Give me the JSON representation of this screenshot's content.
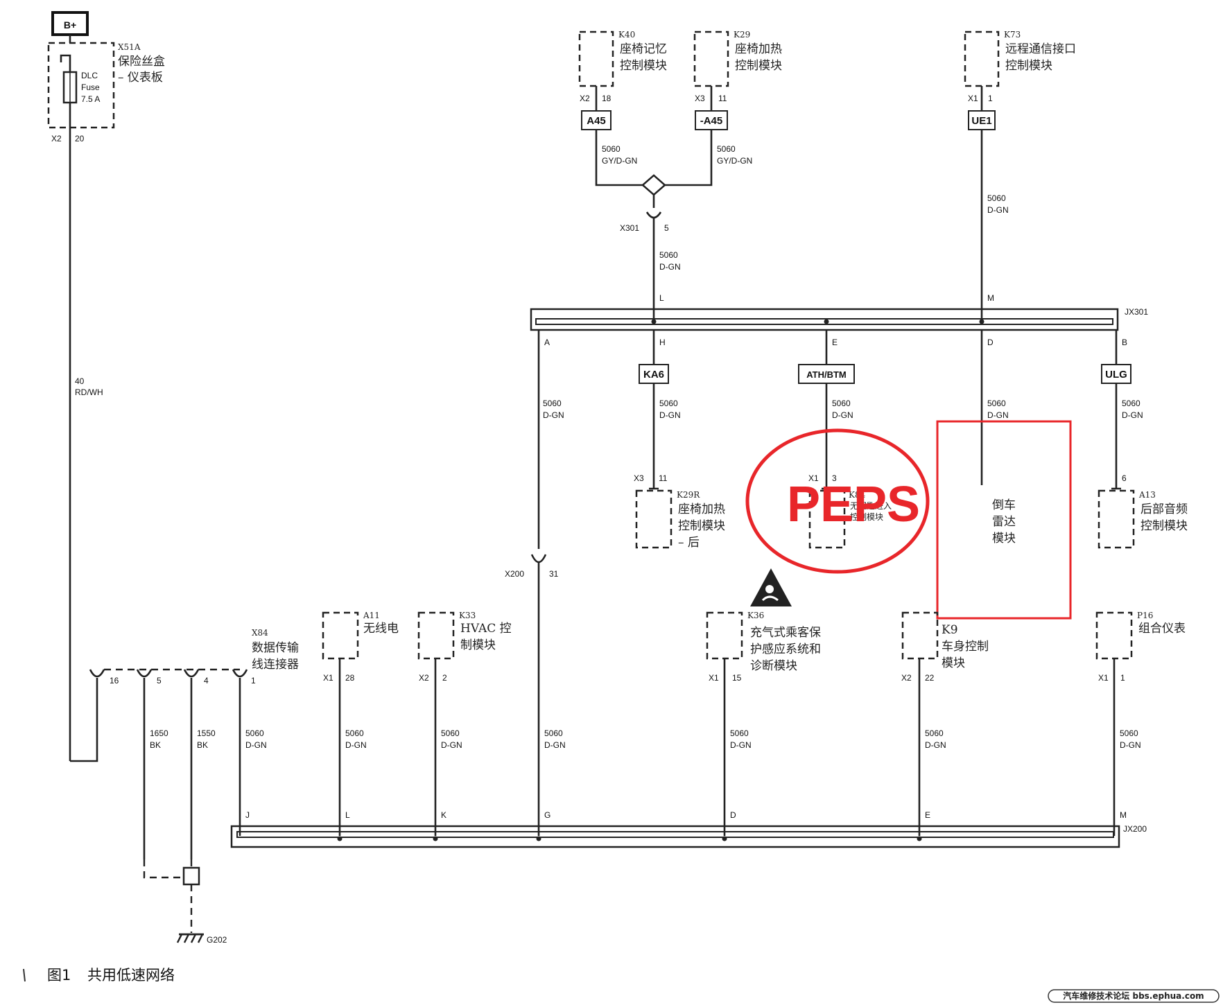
{
  "power": {
    "label": "B+"
  },
  "fuse": {
    "id": "X51A",
    "title1": "保险丝盒",
    "title2": "– 仪表板",
    "l1": "DLC",
    "l2": "Fuse",
    "l3": "7.5 A",
    "conn": "X2",
    "pin": "20"
  },
  "wire_rdwh": {
    "num": "40",
    "color": "RD/WH"
  },
  "top_modules": [
    {
      "id": "K40",
      "name1": "座椅记忆",
      "name2": "控制模块",
      "conn": "X2",
      "pin": "18",
      "tag": "A45",
      "wnum": "5060",
      "wcol": "GY/D-GN"
    },
    {
      "id": "K29",
      "name1": "座椅加热",
      "name2": "控制模块",
      "conn": "X3",
      "pin": "11",
      "tag": "-A45",
      "wnum": "5060",
      "wcol": "GY/D-GN"
    },
    {
      "id": "K73",
      "name1": "远程通信接口",
      "name2": "控制模块",
      "conn": "X1",
      "pin": "1",
      "tag": "UE1",
      "wnum": "5060",
      "wcol": "D-GN"
    }
  ],
  "x301": {
    "conn": "X301",
    "pin": "5",
    "wnum": "5060",
    "wcol": "D-GN"
  },
  "jx301": {
    "name": "JX301",
    "pins_top": [
      "L",
      "M"
    ],
    "pins_bottom": [
      "A",
      "H",
      "E",
      "D",
      "B"
    ]
  },
  "branch_tags": {
    "ka6": "KA6",
    "athbtm": "ATH/BTM",
    "ulg": "ULG"
  },
  "mid_wires": {
    "wnum": "5060",
    "wcol": "D-GN"
  },
  "mid_modules": [
    {
      "id": "K29R",
      "name1": "座椅加热",
      "name2": "控制模块",
      "name3": "– 后",
      "conn": "X3",
      "pin": "11"
    },
    {
      "id": "K84",
      "name1": "无钥匙进入",
      "name2": "控制模块",
      "conn": "X1",
      "pin": "3"
    },
    {
      "id": "A13",
      "name1": "后部音频",
      "name2": "控制模块",
      "pin": "6"
    }
  ],
  "annotation": {
    "peps": "PEPS",
    "radar1": "倒车",
    "radar2": "雷达",
    "radar3": "模块"
  },
  "x200": {
    "conn": "X200",
    "pin": "31"
  },
  "x84": {
    "id": "X84",
    "name1": "数据传输",
    "name2": "线连接器",
    "pins": [
      "16",
      "5",
      "4",
      "1"
    ]
  },
  "bk_wires": [
    {
      "num": "1650",
      "color": "BK"
    },
    {
      "num": "1550",
      "color": "BK"
    }
  ],
  "bottom_modules": [
    {
      "id": "A11",
      "name1": "无线电",
      "conn": "X1",
      "pin": "28"
    },
    {
      "id": "K33",
      "name1": "HVAC 控",
      "name2": "制模块",
      "conn": "X2",
      "pin": "2"
    },
    {
      "id": "K36",
      "name1": "充气式乘客保",
      "name2": "护感应系统和",
      "name3": "诊断模块",
      "conn": "X1",
      "pin": "15"
    },
    {
      "id": "K9",
      "name1": "车身控制",
      "name2": "模块",
      "conn": "X2",
      "pin": "22"
    },
    {
      "id": "P16",
      "name1": "组合仪表",
      "conn": "X1",
      "pin": "1"
    }
  ],
  "jx200": {
    "name": "JX200",
    "pins": [
      "J",
      "L",
      "K",
      "G",
      "D",
      "E",
      "M"
    ]
  },
  "ground": {
    "name": "G202"
  },
  "caption": {
    "figure": "图1",
    "title": "共用低速网络"
  },
  "watermark": "汽车维修技术论坛 bbs.ephua.com"
}
